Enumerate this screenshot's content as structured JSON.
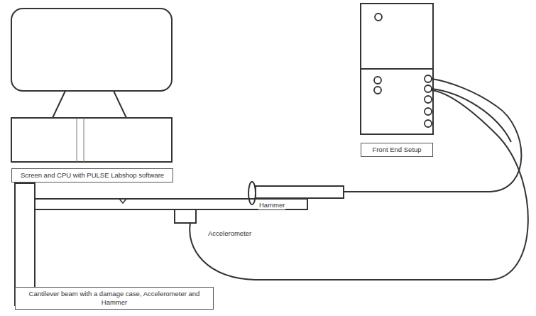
{
  "diagram": {
    "nodes": [
      {
        "text": [
          "Screen and CPU with PULSE Labshop software"
        ]
      },
      {
        "text": [
          "Front End Setup"
        ]
      },
      {
        "text": [
          "Cantilever beam with a damage case, Accelerometer and Hammer"
        ]
      }
    ],
    "labels": [
      "Hammer",
      "Accelerometer"
    ]
  }
}
